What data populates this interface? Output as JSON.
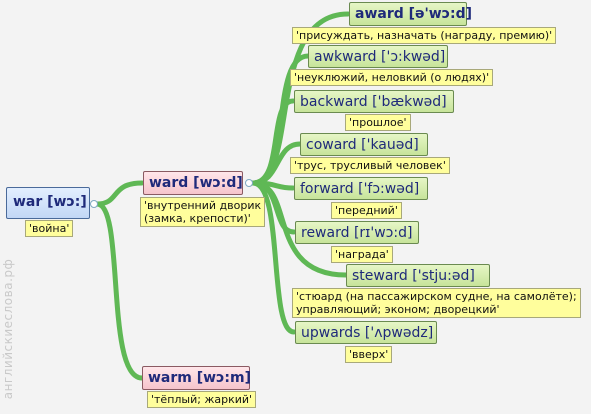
{
  "root": {
    "word": "war [wɔ:]",
    "translation": "'война'"
  },
  "children": [
    {
      "word": "ward [wɔ:d]",
      "translation": "'внутренний дворик\n(замка, крепости)'",
      "children": [
        {
          "word": "award [ə'wɔ:d]",
          "translation": "'присуждать, назначать (награду, премию)'"
        },
        {
          "word": "awkward ['ɔ:kwəd]",
          "translation": "'неуклюжий, неловкий (о людях)'"
        },
        {
          "word": "backward ['bækwəd]",
          "translation": "'прошлое'"
        },
        {
          "word": "coward ['kauəd]",
          "translation": "'трус, трусливый человек'"
        },
        {
          "word": "forward ['fɔ:wəd]",
          "translation": "'передний'"
        },
        {
          "word": "reward [rɪ'wɔ:d]",
          "translation": "'награда'"
        },
        {
          "word": "steward ['stju:əd]",
          "translation": "'стюард (на пассажирском судне, на самолёте);\nуправляющий; эконом; дворецкий'"
        },
        {
          "word": "upwards ['ʌpwədz]",
          "translation": "'вверх'"
        }
      ]
    },
    {
      "word": "warm [wɔ:m]",
      "translation": "'тёплый; жаркий'"
    }
  ],
  "watermark": "английскиеслова.рф",
  "colors": {
    "link": "#5fb855",
    "word_text": "#1f2a7a"
  }
}
